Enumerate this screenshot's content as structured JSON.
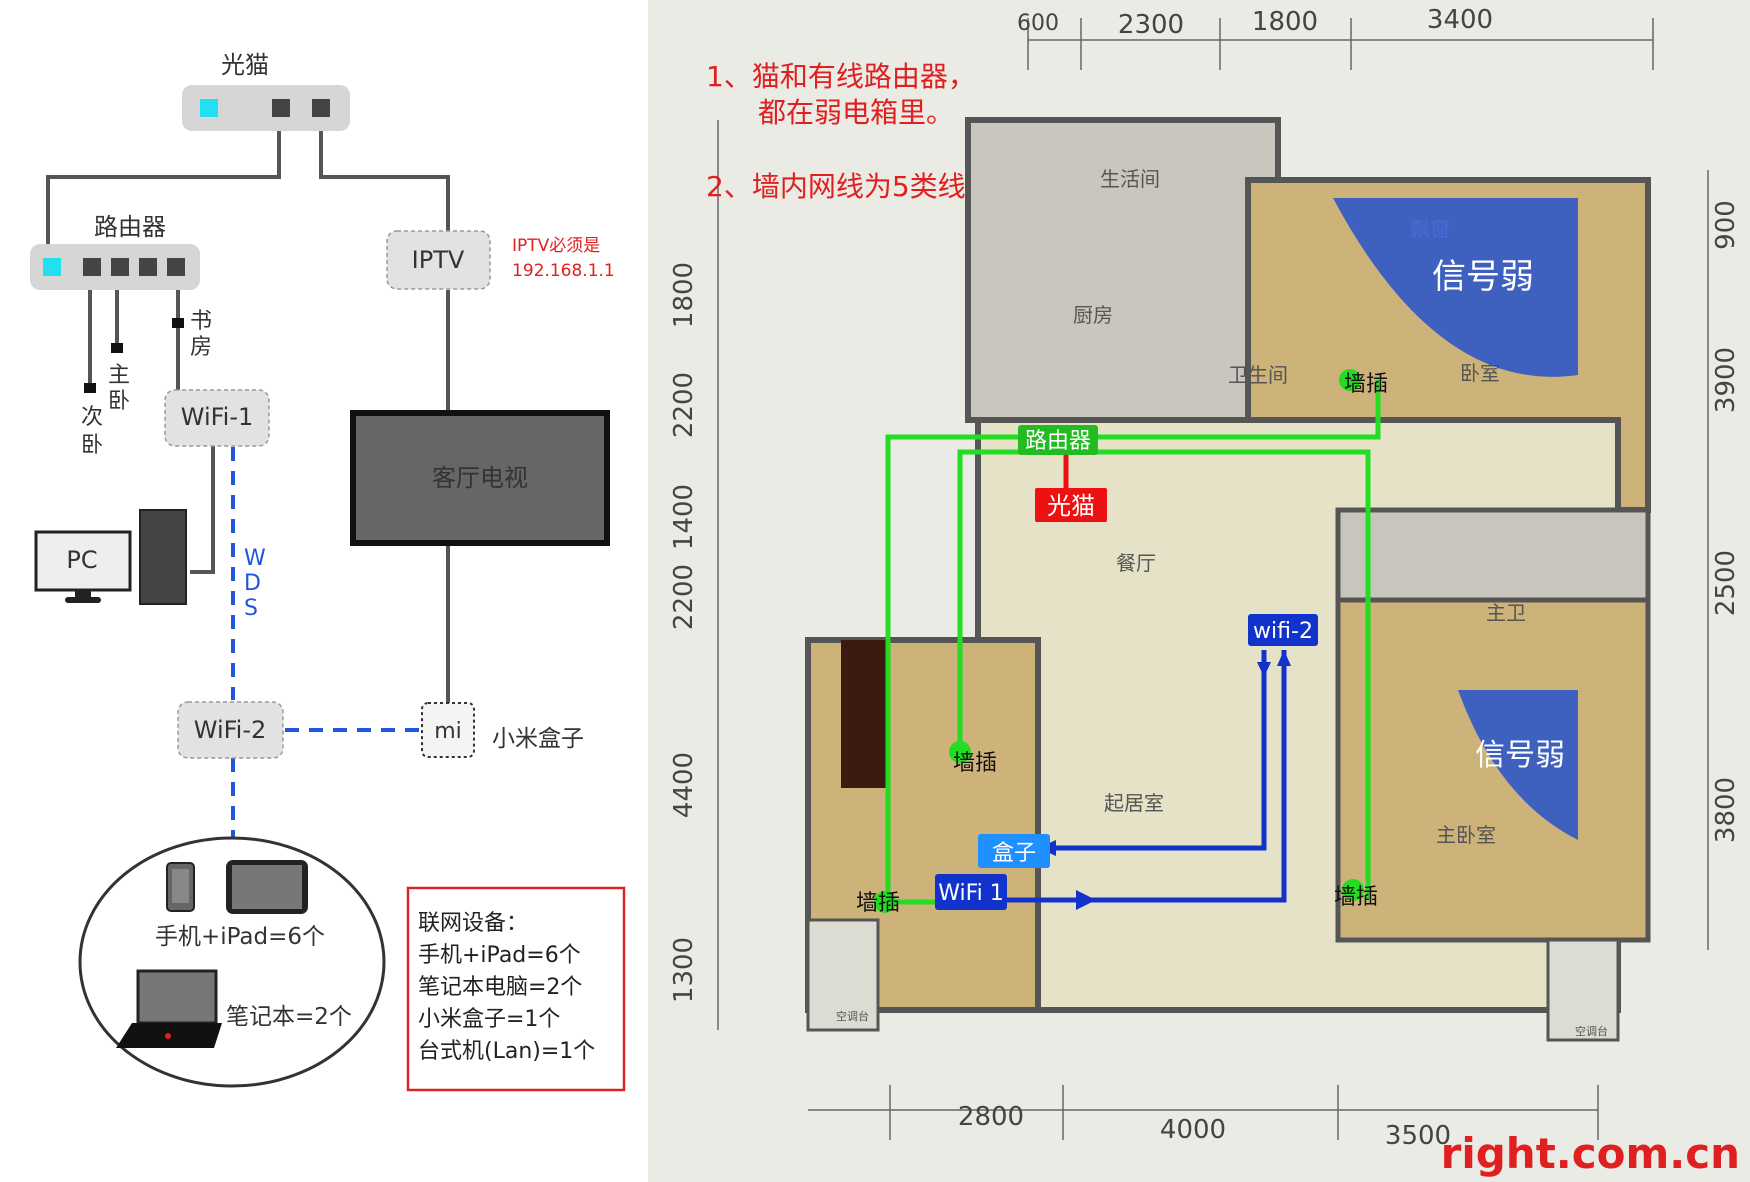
{
  "left": {
    "modem_label": "光猫",
    "router_label": "路由器",
    "iptv_label": "IPTV",
    "iptv_note": [
      "IPTV必须是",
      "192.168.1.1"
    ],
    "port_study": [
      "书",
      "房"
    ],
    "port_master": [
      "主",
      "卧"
    ],
    "port_second": [
      "次",
      "卧"
    ],
    "wifi1_label": "WiFi-1",
    "wifi2_label": "WiFi-2",
    "tv_label": "客厅电视",
    "pc_label": "PC",
    "wds_label": [
      "W",
      "D",
      "S"
    ],
    "mi_label": "mi",
    "mibox_label": "小米盒子",
    "phones_label": "手机+iPad=6个",
    "laptop_label": "笔记本=2个",
    "devices_box": {
      "title": "联网设备：",
      "lines": [
        "手机+iPad=6个",
        "笔记本电脑=2个",
        "小米盒子=1个",
        "台式机(Lan)=1个"
      ]
    },
    "colors": {
      "red": "#e02020",
      "blue": "#2255dd",
      "gray": "#555555",
      "cyan": "#22e0f0"
    }
  },
  "right": {
    "notes": [
      "1、猫和有线路由器，",
      "都在弱电箱里。",
      "2、墙内网线为5类线。"
    ],
    "dims_top": [
      "600",
      "2300",
      "1800",
      "3400"
    ],
    "dims_bottom": [
      "2800",
      "4000",
      "3500"
    ],
    "dims_left": [
      "1800",
      "2200",
      "1400",
      "2200",
      "4400",
      "1300"
    ],
    "dims_right": [
      "900",
      "3900",
      "2500",
      "3800"
    ],
    "rooms": {
      "living_balcony": "生活间",
      "kitchen": "厨房",
      "bathroom": "卫生间",
      "bay_window": "飘窗",
      "bedroom": "卧室",
      "dining": "餐厅",
      "master_bath": "主卫",
      "living": "起居室",
      "master_bedroom": "主卧室",
      "ac_platform": "空调台"
    },
    "tags": {
      "router": "路由器",
      "modem": "光猫",
      "wall_socket": "墙插",
      "wifi1": "WiFi 1",
      "wifi2": "wifi-2",
      "box": "盒子",
      "weak_signal": "信号弱"
    },
    "watermark": "right.com.cn",
    "colors": {
      "green": "#22dd22",
      "blue": "#1133cc",
      "red": "#ee1111",
      "box_blue": "#1e90ff",
      "signal": "#1f4fcf"
    }
  }
}
